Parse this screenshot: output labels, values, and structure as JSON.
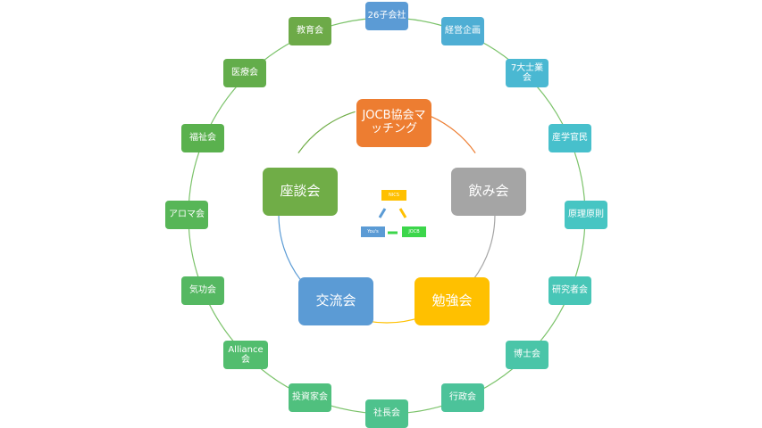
{
  "outer_nodes": [
    {
      "label": "26子会社",
      "color": "#5b9bd5"
    },
    {
      "label": "経営企画",
      "color": "#4eaed4"
    },
    {
      "label": "7大士業会",
      "color": "#4ab8d2"
    },
    {
      "label": "産学官民",
      "color": "#47c0cc"
    },
    {
      "label": "原理原則",
      "color": "#47c5c3"
    },
    {
      "label": "研究者会",
      "color": "#48c6b7"
    },
    {
      "label": "博士会",
      "color": "#4ac5a8"
    },
    {
      "label": "行政会",
      "color": "#4cc39a"
    },
    {
      "label": "社長会",
      "color": "#4ec28d"
    },
    {
      "label": "投資家会",
      "color": "#50c07e"
    },
    {
      "label": "Alliance会",
      "color": "#52bd6e"
    },
    {
      "label": "気功会",
      "color": "#55b862"
    },
    {
      "label": "アロマ会",
      "color": "#57b657"
    },
    {
      "label": "福祉会",
      "color": "#5ab14e"
    },
    {
      "label": "医療会",
      "color": "#63ad4b"
    },
    {
      "label": "教育会",
      "color": "#6daa48"
    }
  ],
  "inner_nodes": [
    {
      "label": "JOCB協会マッチング",
      "color": "#ed7d31"
    },
    {
      "label": "飲み会",
      "color": "#a5a5a5"
    },
    {
      "label": "勉強会",
      "color": "#ffc000"
    },
    {
      "label": "交流会",
      "color": "#5b9bd5"
    },
    {
      "label": "座談会",
      "color": "#70ad47"
    }
  ],
  "center": {
    "top_label": "NICS",
    "left_label": "You's",
    "right_label": "JOCB"
  },
  "colors": {
    "outer_ring": "#7cc36b",
    "inner_arcs": [
      "#ed7d31",
      "#a5a5a5",
      "#ffc000",
      "#5b9bd5",
      "#70ad47"
    ]
  }
}
